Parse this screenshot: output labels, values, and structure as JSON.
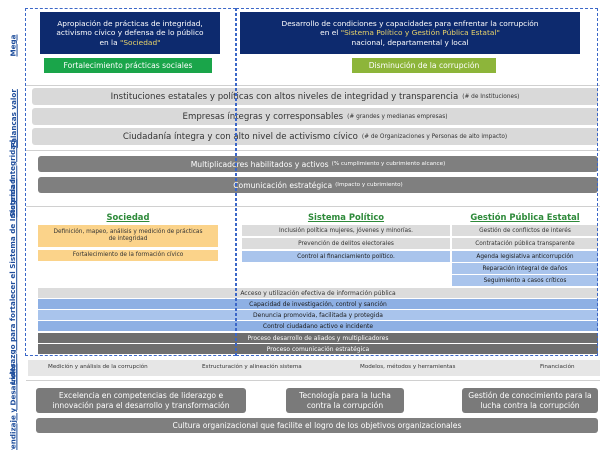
{
  "side_labels": {
    "mega": "Mega",
    "palancas": "Palancas valor",
    "sistema": "Sistema Integridad",
    "liderazgo": "Liderazgo para fortalecer el Sistema de Integridad",
    "aprendizaje": "Aprendizaje y Desarrollo"
  },
  "mega": {
    "left_line1": "Apropiación de prácticas de integridad,",
    "left_line2": "activismo cívico y defensa de lo público",
    "left_line3_pre": "en la ",
    "left_line3_hl": "\"Sociedad\"",
    "left_button": "Fortalecimiento prácticas sociales",
    "right_line1": "Desarrollo de condiciones y capacidades para enfrentar la corrupción",
    "right_line2_pre": "en el ",
    "right_line2_hl": "\"Sistema Político y Gestión Pública Estatal\"",
    "right_line3": "nacional, departamental y local",
    "right_button": "Disminución de la corrupción"
  },
  "palancas": [
    {
      "main": "Instituciones estatales y políticas con altos niveles de integridad y transparencia",
      "note": "(# de Instituciones)"
    },
    {
      "main": "Empresas íntegras y corresponsables",
      "note": "(# grandes y medianas empresas)"
    },
    {
      "main": "Ciudadanía íntegra y con alto nivel de activismo cívico",
      "note": "(# de Organizaciones y Personas de alto impacto)"
    }
  ],
  "sistema": [
    {
      "main": "Multiplicadores habilitados y activos",
      "note": "(% cumplimiento y cubrimiento alcance)"
    },
    {
      "main": "Comunicación estratégica",
      "note": "(Impacto y cubrimiento)"
    }
  ],
  "liderazgo": {
    "sociedad": {
      "title": "Sociedad",
      "items": [
        "Definición, mapeo, análisis y medición de prácticas de integridad",
        "Fortalecimiento de la formación cívico"
      ]
    },
    "sistema_politico": {
      "title": "Sistema Político",
      "items": [
        "Inclusión política mujeres, jóvenes y minorías.",
        "Prevención de delitos electorales",
        "Control al financiamiento político."
      ]
    },
    "gestion_publica": {
      "title": "Gestión Pública Estatal",
      "items": [
        "Gestión de conflictos de interés",
        "Contratación pública transparente",
        "Agenda legislativa anticorrupción",
        "Reparación integral de daños",
        "Seguimiento a casos críticos"
      ]
    },
    "shared_rows": [
      "Acceso y utilización efectiva de información pública",
      "Capacidad de investigación, control y sanción",
      "Denuncia promovida, facilitada y protegida",
      "Control ciudadano activo e incidente",
      "Proceso desarrollo de aliados y multiplicadores",
      "Proceso comunicación estratégica"
    ]
  },
  "enablers": [
    "Medición y análisis de la corrupción",
    "Estructuración y alineación sistema",
    "Modelos, métodos y herramientas",
    "Financiación"
  ],
  "aprendizaje": {
    "box1": "Excelencia en competencias de liderazgo e innovación para el desarrollo y transformación",
    "box2": "Tecnología para la lucha contra la corrupción",
    "box3": "Gestión de conocimiento para la lucha contra la corrupción",
    "bottom": "Cultura organizacional que facilite el logro de los objetivos organizacionales"
  },
  "colors": {
    "navy": "#0d2a6e",
    "green": "#1aa54a",
    "olive": "#8db53a",
    "orange": "#fbd38a",
    "light_blue": "#a9c4ec",
    "dashed_blue": "#3b67c8"
  }
}
